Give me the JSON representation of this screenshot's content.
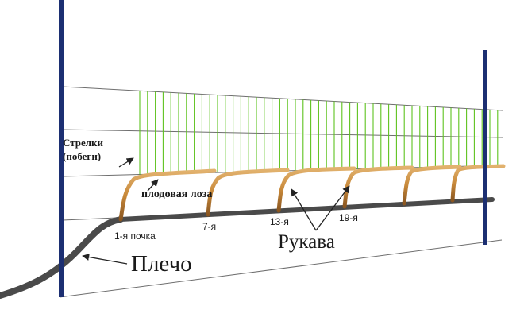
{
  "labels": {
    "strelki_line1": "Стрелки",
    "strelki_line2": "(побеги)",
    "fruit_vine": "плодовая лоза",
    "bud_1": "1-я почка",
    "bud_7": "7-я",
    "bud_13": "13-я",
    "bud_19": "19-я",
    "arms": "Рукава",
    "shoulder": "Плечо"
  },
  "colors": {
    "post": "#1c2f72",
    "trellis_wire": "#6e6e6e",
    "shoot": "#5ec21e",
    "arm": "#4a4a4a",
    "fruit_cane": "#c8893a",
    "arrow": "#222222"
  }
}
